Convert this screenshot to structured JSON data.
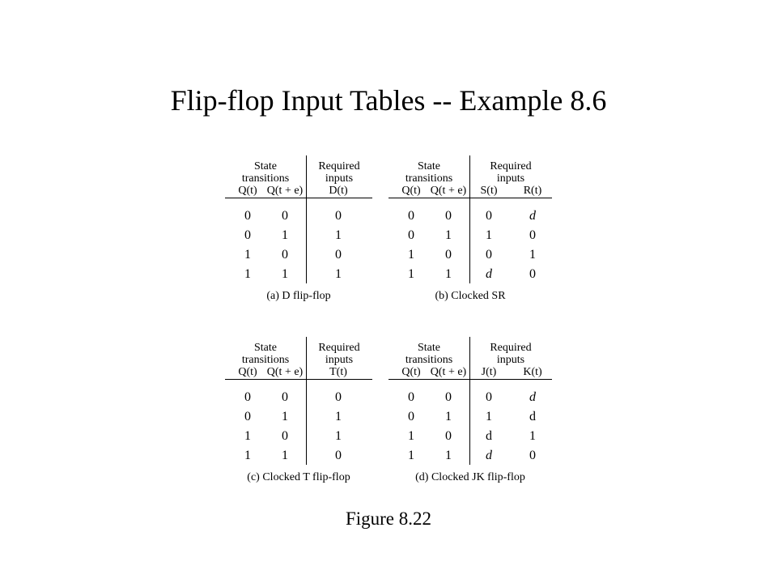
{
  "slide": {
    "title": "Flip-flop Input Tables -- Example 8.6",
    "figure_label": "Figure 8.22"
  },
  "headers": {
    "state_line1": "State",
    "state_line2": "transitions",
    "req_line1": "Required",
    "req_line2": "inputs",
    "col_qt": "Q(t)",
    "col_qte": "Q(t + e)"
  },
  "tables": [
    {
      "caption": "(a) D flip-flop",
      "input_cols": [
        "D(t)"
      ],
      "rows": [
        [
          "0",
          "0",
          "0"
        ],
        [
          "0",
          "1",
          "1"
        ],
        [
          "1",
          "0",
          "0"
        ],
        [
          "1",
          "1",
          "1"
        ]
      ]
    },
    {
      "caption": "(b) Clocked SR",
      "input_cols": [
        "S(t)",
        "R(t)"
      ],
      "rows": [
        [
          "0",
          "0",
          "0",
          "d"
        ],
        [
          "0",
          "1",
          "1",
          "0"
        ],
        [
          "1",
          "0",
          "0",
          "1"
        ],
        [
          "1",
          "1",
          "d",
          "0"
        ]
      ]
    },
    {
      "caption": "(c) Clocked T flip-flop",
      "input_cols": [
        "T(t)"
      ],
      "rows": [
        [
          "0",
          "0",
          "0"
        ],
        [
          "0",
          "1",
          "1"
        ],
        [
          "1",
          "0",
          "1"
        ],
        [
          "1",
          "1",
          "0"
        ]
      ]
    },
    {
      "caption": "(d) Clocked JK flip-flop",
      "input_cols": [
        "J(t)",
        "K(t)"
      ],
      "rows": [
        [
          "0",
          "0",
          "0",
          "d"
        ],
        [
          "0",
          "1",
          "1",
          "d"
        ],
        [
          "1",
          "0",
          "d",
          "1"
        ],
        [
          "1",
          "1",
          "d",
          "0"
        ]
      ]
    }
  ]
}
